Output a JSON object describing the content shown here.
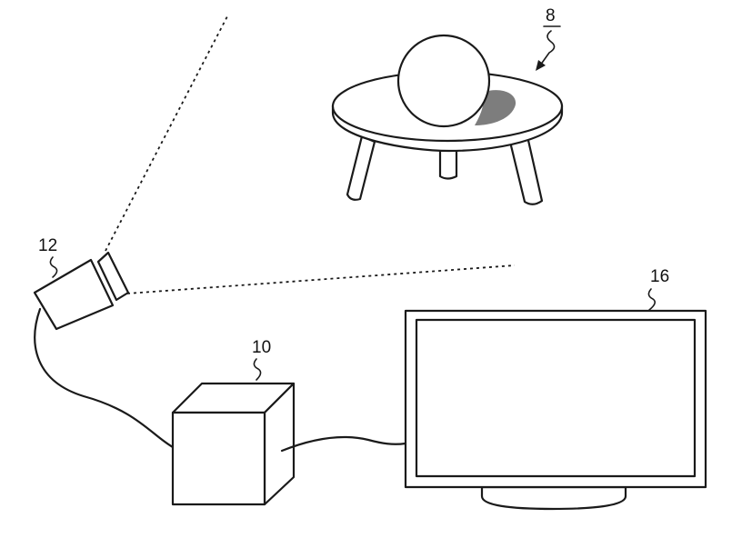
{
  "figure": {
    "labels": {
      "object": "8",
      "information_processing_device": "10",
      "camera": "12",
      "display": "16"
    }
  }
}
